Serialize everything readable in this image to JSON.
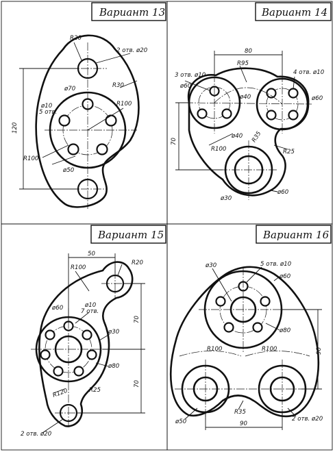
{
  "variants": [
    {
      "title": "Вариант 13",
      "labels": {
        "r20": "R20",
        "holes_large": "2 отв. ø20",
        "d70": "ø70",
        "r30": "R30",
        "d10": "ø10",
        "holes_small": "5 отв.",
        "r100_inner": "R100",
        "dim_120": "120",
        "r100_outer": "R100",
        "d50": "ø50"
      }
    },
    {
      "title": "Вариант 14",
      "labels": {
        "dim_80": "80",
        "r95": "R95",
        "holes_left": "3 отв. ø10",
        "holes_right": "4 отв. ø10",
        "d60_left": "ø60",
        "d40_top": "ø40",
        "d60_right": "ø60",
        "dim_70": "70",
        "d40_bottom": "ø40",
        "r35": "R35",
        "r25": "R25",
        "r100": "R100",
        "d30": "ø30",
        "d60_bottom": "ø60"
      }
    },
    {
      "title": "Вариант 15",
      "labels": {
        "dim_50": "50",
        "r20": "R20",
        "r100": "R100",
        "d10": "ø10",
        "holes_small": "7 отв.",
        "d60": "ø60",
        "d30": "ø30",
        "dim_70_top": "70",
        "d80": "ø80",
        "dim_70_bottom": "70",
        "r25": "R25",
        "r120": "R120",
        "holes_large": "2 отв. ø20"
      }
    },
    {
      "title": "Вариант 16",
      "labels": {
        "d30": "ø30",
        "holes_small": "5 отв. ø10",
        "d60": "ø60",
        "d80": "ø80",
        "r100_left": "R100",
        "r100_right": "R100",
        "dim_90_vertical": "90",
        "r35": "R35",
        "d50": "ø50",
        "holes_large": "2 отв. ø20",
        "dim_90_horizontal": "90"
      }
    }
  ]
}
